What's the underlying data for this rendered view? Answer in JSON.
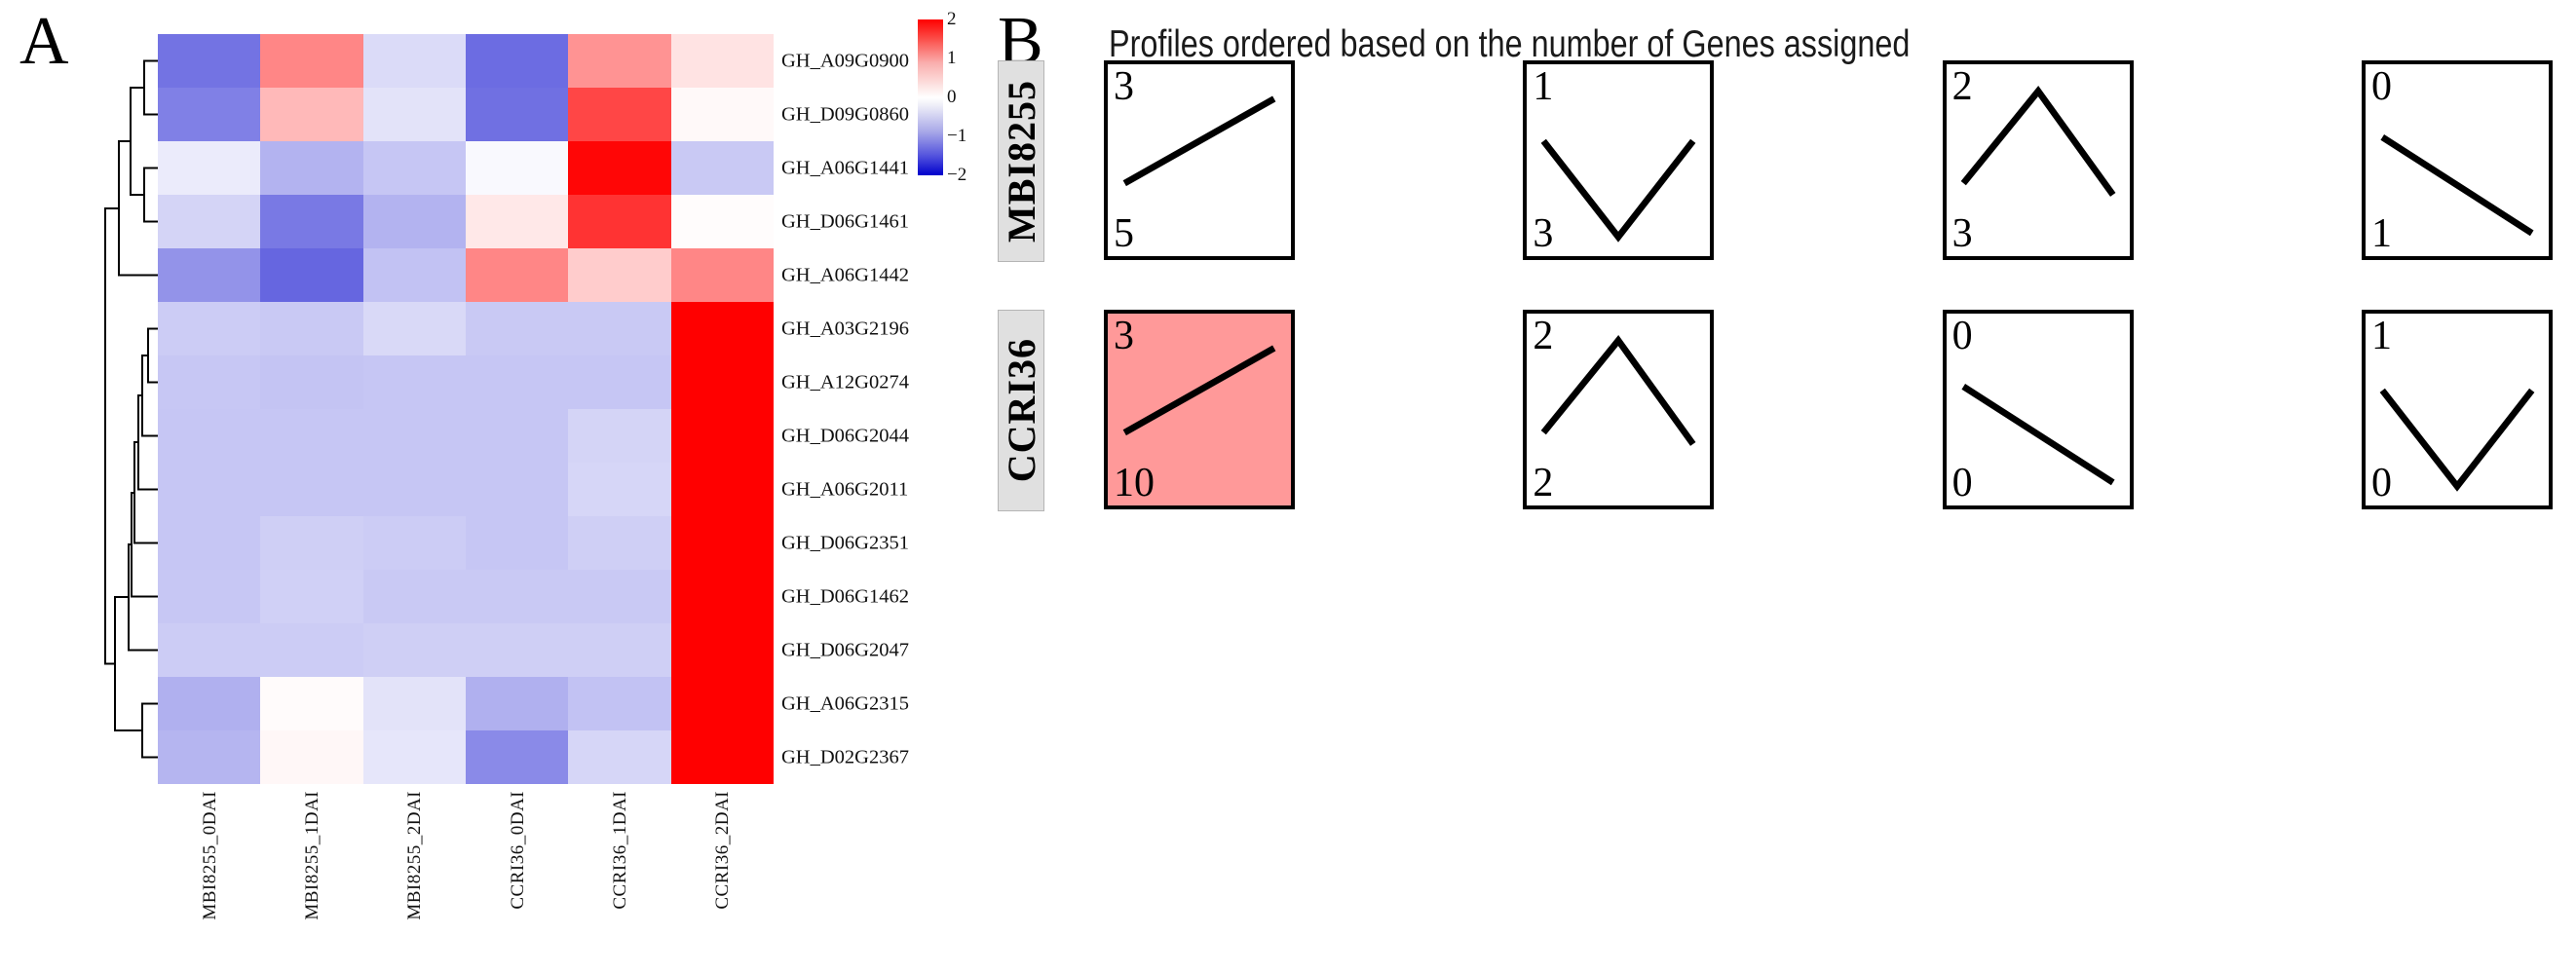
{
  "panelA": {
    "letter": "A",
    "genes": [
      "GH_A09G0900",
      "GH_D09G0860",
      "GH_A06G1441",
      "GH_D06G1461",
      "GH_A06G1442",
      "GH_A03G2196",
      "GH_A12G0274",
      "GH_D06G2044",
      "GH_A06G2011",
      "GH_D06G2351",
      "GH_D06G1462",
      "GH_D06G2047",
      "GH_A06G2315",
      "GH_D02G2367"
    ],
    "samples": [
      "MBI8255_0DAI",
      "MBI8255_1DAI",
      "MBI8255_2DAI",
      "CCRI36_0DAI",
      "CCRI36_1DAI",
      "CCRI36_2DAI"
    ],
    "colorbar": {
      "ticks": [
        "2",
        "1",
        "0",
        "-1",
        "-2"
      ],
      "min": -2,
      "max": 2
    }
  },
  "chart_data": {
    "type": "heatmap",
    "title": "",
    "xlabel": "",
    "ylabel": "",
    "x": [
      "MBI8255_0DAI",
      "MBI8255_1DAI",
      "MBI8255_2DAI",
      "CCRI36_0DAI",
      "CCRI36_1DAI",
      "CCRI36_2DAI"
    ],
    "y": [
      "GH_A09G0900",
      "GH_D09G0860",
      "GH_A06G1441",
      "GH_D06G1461",
      "GH_A06G1442",
      "GH_A03G2196",
      "GH_A12G0274",
      "GH_D06G2044",
      "GH_A06G2011",
      "GH_D06G2351",
      "GH_D06G1462",
      "GH_D06G2047",
      "GH_A06G2315",
      "GH_D02G2367"
    ],
    "zlim": [
      -2,
      2
    ],
    "colormap": "blue-white-red",
    "values": [
      [
        -1.1,
        0.95,
        -0.28,
        -1.15,
        0.85,
        0.22
      ],
      [
        -1.0,
        0.55,
        -0.22,
        -1.12,
        1.45,
        0.05
      ],
      [
        -0.16,
        -0.6,
        -0.45,
        -0.05,
        1.95,
        -0.42
      ],
      [
        -0.34,
        -1.05,
        -0.6,
        0.18,
        1.6,
        0.02
      ],
      [
        -0.85,
        -1.2,
        -0.48,
        0.95,
        0.4,
        0.95
      ],
      [
        -0.4,
        -0.42,
        -0.3,
        -0.42,
        -0.42,
        2.0
      ],
      [
        -0.44,
        -0.46,
        -0.45,
        -0.45,
        -0.45,
        2.0
      ],
      [
        -0.45,
        -0.45,
        -0.45,
        -0.45,
        -0.34,
        2.0
      ],
      [
        -0.45,
        -0.45,
        -0.45,
        -0.45,
        -0.32,
        2.0
      ],
      [
        -0.45,
        -0.38,
        -0.4,
        -0.45,
        -0.38,
        2.0
      ],
      [
        -0.44,
        -0.37,
        -0.42,
        -0.42,
        -0.42,
        2.0
      ],
      [
        -0.4,
        -0.4,
        -0.38,
        -0.38,
        -0.38,
        2.0
      ],
      [
        -0.62,
        0.03,
        -0.22,
        -0.62,
        -0.48,
        2.0
      ],
      [
        -0.58,
        0.06,
        -0.2,
        -0.92,
        -0.32,
        2.0
      ]
    ],
    "dendrogram_note": "row-clustering tree on the left"
  },
  "panelB": {
    "letter": "B",
    "title": "Profiles ordered based on the number of Genes assigned",
    "rows": [
      {
        "genotype": "MBI8255",
        "profiles": [
          {
            "top": "3",
            "bottom": "5",
            "shape": "up",
            "highlight": false
          },
          {
            "top": "1",
            "bottom": "3",
            "shape": "v",
            "highlight": false
          },
          {
            "top": "2",
            "bottom": "3",
            "shape": "peak",
            "highlight": false
          },
          {
            "top": "0",
            "bottom": "1",
            "shape": "down",
            "highlight": false
          }
        ]
      },
      {
        "genotype": "CCRI36",
        "profiles": [
          {
            "top": "3",
            "bottom": "10",
            "shape": "up",
            "highlight": true
          },
          {
            "top": "2",
            "bottom": "2",
            "shape": "peak",
            "highlight": false
          },
          {
            "top": "0",
            "bottom": "0",
            "shape": "down",
            "highlight": false
          },
          {
            "top": "1",
            "bottom": "0",
            "shape": "v",
            "highlight": false
          }
        ]
      }
    ],
    "highlight_color": "#FF9999"
  }
}
